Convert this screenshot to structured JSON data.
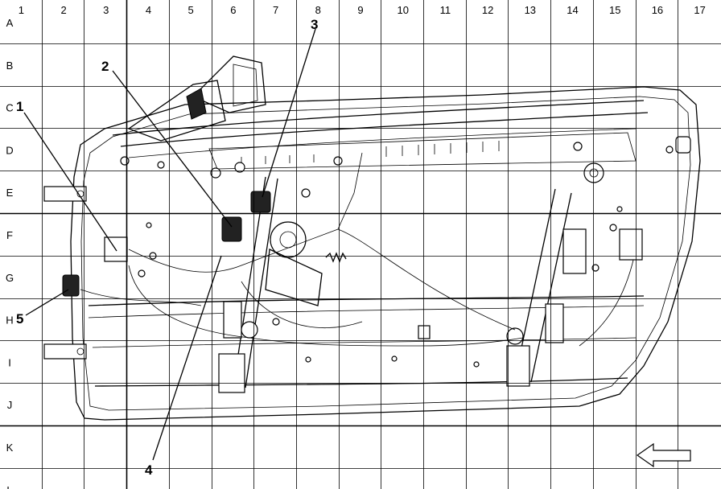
{
  "grid": {
    "columns": [
      "1",
      "2",
      "3",
      "4",
      "5",
      "6",
      "7",
      "8",
      "9",
      "10",
      "11",
      "12",
      "13",
      "14",
      "15",
      "16",
      "17"
    ],
    "rows": [
      "A",
      "B",
      "C",
      "D",
      "E",
      "F",
      "G",
      "H",
      "I",
      "J",
      "K",
      "L"
    ]
  },
  "callouts": [
    "1",
    "2",
    "3",
    "4",
    "5"
  ],
  "icons": {
    "direction_arrow": "left-arrow-icon"
  }
}
